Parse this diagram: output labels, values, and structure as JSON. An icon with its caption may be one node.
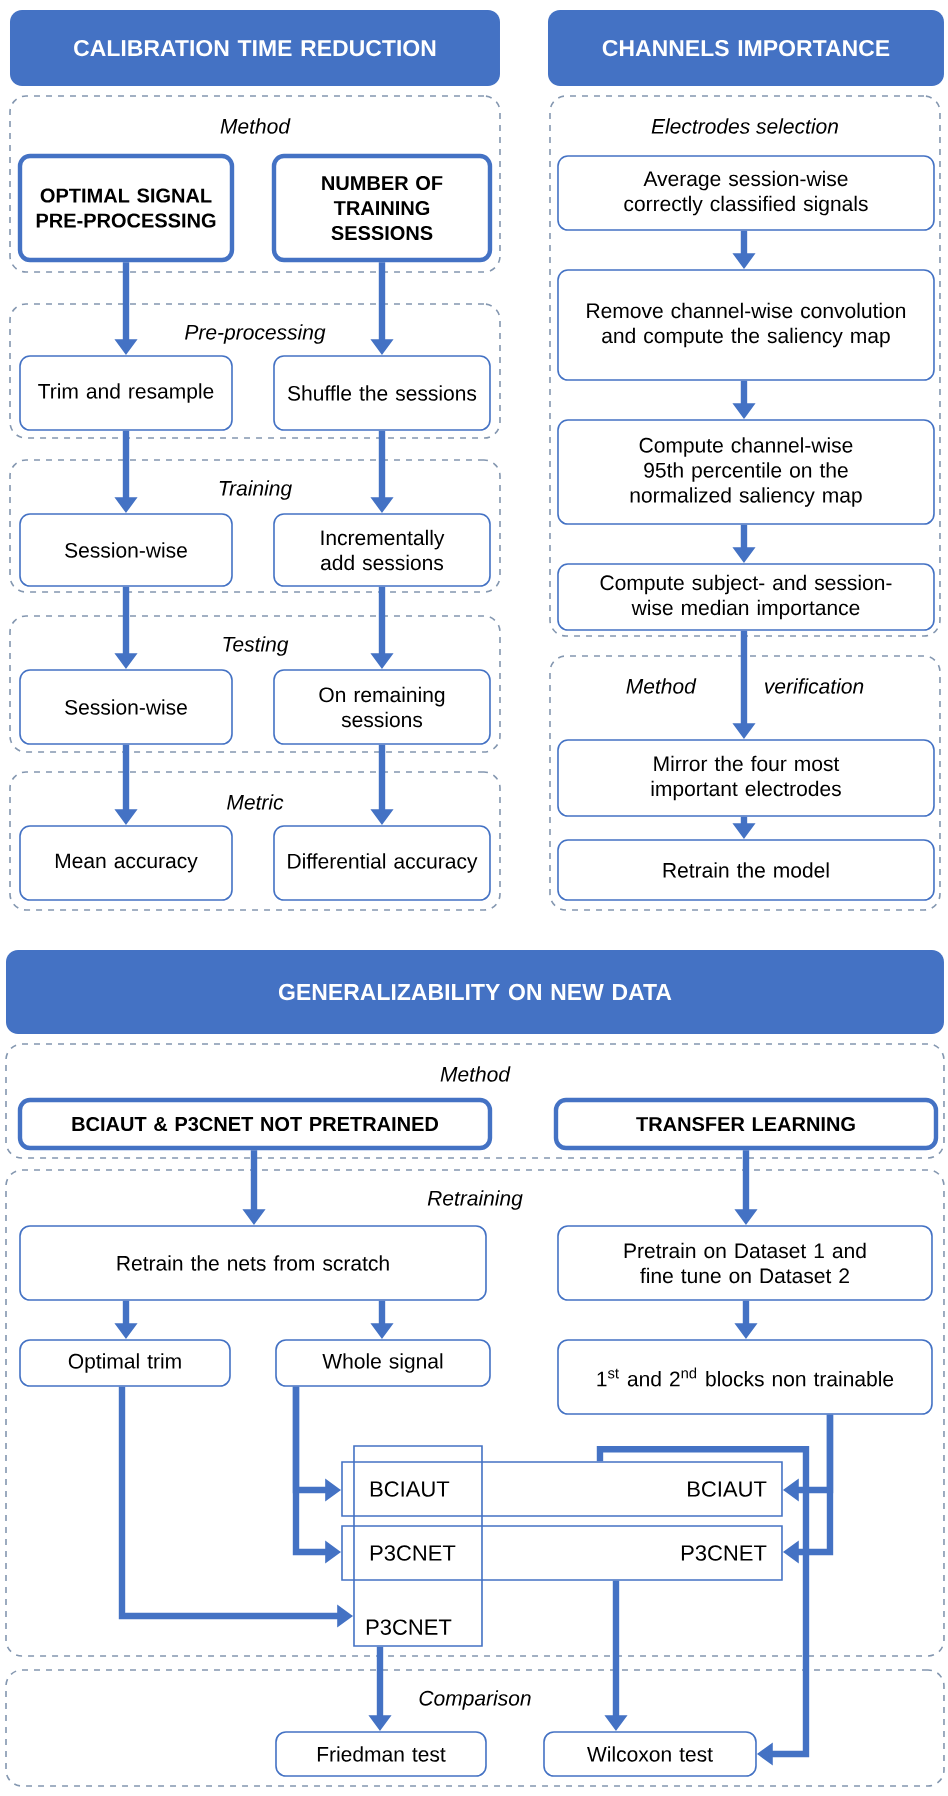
{
  "diagram": {
    "nodes": [
      {
        "text": [
          "CALIBRATION TIME REDUCTION"
        ]
      },
      {
        "text": [
          "Method"
        ]
      },
      {
        "text": [
          "OPTIMAL SIGNAL PRE-PROCESSING"
        ],
        "in": 1
      },
      {
        "text": [
          "NUMBER OF TRAINING SESSIONS"
        ],
        "in": 1
      },
      {
        "text": [
          "Pre-processing"
        ]
      },
      {
        "text": [
          "Trim and resample"
        ],
        "in": 4
      },
      {
        "text": [
          "Shuffle the sessions"
        ],
        "in": 4
      },
      {
        "text": [
          "Training"
        ]
      },
      {
        "text": [
          "Session-wise"
        ],
        "in": 7
      },
      {
        "text": [
          "Incrementally add sessions"
        ],
        "in": 7
      },
      {
        "text": [
          "Testing"
        ]
      },
      {
        "text": [
          "Session-wise"
        ],
        "in": 10
      },
      {
        "text": [
          "On remaining sessions"
        ],
        "in": 10
      },
      {
        "text": [
          "Metric"
        ]
      },
      {
        "text": [
          "Mean accuracy"
        ],
        "in": 13
      },
      {
        "text": [
          "Differential accuracy"
        ],
        "in": 13
      },
      {
        "text": [
          "CHANNELS IMPORTANCE"
        ]
      },
      {
        "text": [
          "Electrodes selection"
        ]
      },
      {
        "text": [
          "Average session-wise correctly classified signals"
        ],
        "in": 17
      },
      {
        "text": [
          "Remove channel-wise convolution and compute the saliency map"
        ],
        "in": 17
      },
      {
        "text": [
          "Compute channel-wise 95th percentile on the normalized saliency map"
        ],
        "in": 17
      },
      {
        "text": [
          "Compute subject- and session-wise median importance"
        ],
        "in": 17
      },
      {
        "text": [
          "Method verification"
        ]
      },
      {
        "text": [
          "Mirror the four most important electrodes"
        ],
        "in": 22
      },
      {
        "text": [
          "Retrain the model"
        ],
        "in": 22
      },
      {
        "text": [
          "GENERALIZABILITY ON NEW DATA"
        ]
      },
      {
        "text": [
          "Method"
        ]
      },
      {
        "text": [
          "BCIAUT & P3CNET NOT PRETRAINED"
        ],
        "in": 26
      },
      {
        "text": [
          "TRANSFER LEARNING"
        ],
        "in": 26
      },
      {
        "text": [
          "Retraining"
        ]
      },
      {
        "text": [
          "Retrain the nets from scratch"
        ],
        "in": 29
      },
      {
        "text": [
          "Pretrain on Dataset 1 and fine tune on Dataset 2"
        ],
        "in": 29
      },
      {
        "text": [
          "Optimal trim"
        ],
        "in": 29
      },
      {
        "text": [
          "Whole signal"
        ],
        "in": 29
      },
      {
        "text": [
          "1$^{st}$ and 2$^{nd}$ blocks non trainable"
        ],
        "in": 29
      },
      {
        "text": [
          "BCIAUT",
          "BCIAUT"
        ],
        "in": 29
      },
      {
        "text": [
          "P3CNET",
          "P3CNET"
        ],
        "in": 29
      },
      {
        "text": [
          "P3CNET"
        ],
        "in": 29
      },
      {
        "text": [
          "Comparison"
        ]
      },
      {
        "text": [
          "Friedman test"
        ],
        "in": 38
      },
      {
        "text": [
          "Wilcoxon test"
        ],
        "in": 38
      }
    ],
    "edges": [
      {
        "from": 2,
        "to": 5,
        "arrow": "to"
      },
      {
        "from": 5,
        "to": 8,
        "arrow": "to"
      },
      {
        "from": 8,
        "to": 11,
        "arrow": "to"
      },
      {
        "from": 11,
        "to": 14,
        "arrow": "to"
      },
      {
        "from": 3,
        "to": 6,
        "arrow": "to"
      },
      {
        "from": 6,
        "to": 9,
        "arrow": "to"
      },
      {
        "from": 9,
        "to": 12,
        "arrow": "to"
      },
      {
        "from": 12,
        "to": 15,
        "arrow": "to"
      },
      {
        "from": 18,
        "to": 19,
        "arrow": "to"
      },
      {
        "from": 19,
        "to": 20,
        "arrow": "to"
      },
      {
        "from": 20,
        "to": 21,
        "arrow": "to"
      },
      {
        "from": 21,
        "to": 23,
        "arrow": "to"
      },
      {
        "from": 23,
        "to": 24,
        "arrow": "to"
      },
      {
        "from": 27,
        "to": 30,
        "arrow": "to"
      },
      {
        "from": 28,
        "to": 31,
        "arrow": "to"
      },
      {
        "from": 30,
        "to": 32,
        "arrow": "to"
      },
      {
        "from": 30,
        "to": 33,
        "arrow": "to"
      },
      {
        "from": 31,
        "to": 34,
        "arrow": "to"
      },
      {
        "from": 33,
        "to": 35,
        "arrow": "to"
      },
      {
        "from": 33,
        "to": 36,
        "arrow": "to"
      },
      {
        "from": 32,
        "to": 37,
        "arrow": "to"
      },
      {
        "from": 34,
        "to": 35,
        "arrow": "to"
      },
      {
        "from": 34,
        "to": 36,
        "arrow": "to"
      },
      {
        "from": 37,
        "to": 39,
        "arrow": "to"
      },
      {
        "from": 35,
        "to": 40,
        "arrow": "to"
      },
      {
        "from": 36,
        "to": 40,
        "arrow": "to"
      }
    ]
  }
}
